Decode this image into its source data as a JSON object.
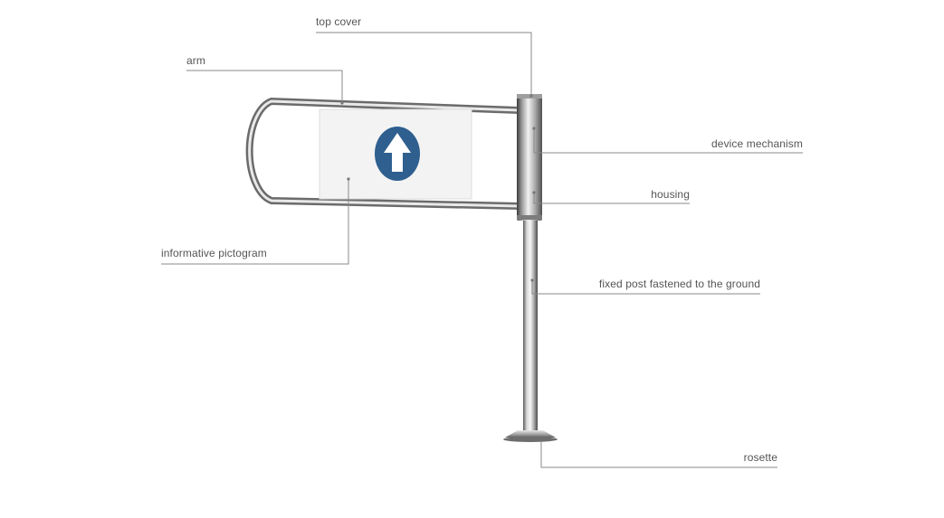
{
  "labels": {
    "top_cover": "top cover",
    "arm": "arm",
    "device_mechanism": "device mechanism",
    "housing": "housing",
    "informative_pictogram": "informative pictogram",
    "fixed_post": "fixed post fastened to the ground",
    "rosette": "rosette"
  },
  "colors": {
    "leader_line": "#8a8a8a",
    "label_text": "#555555",
    "pictogram_circle": "#2e5f8f",
    "pictogram_arrow": "#ffffff",
    "panel": "#f3f3f3"
  },
  "icons": {
    "pictogram": "up-arrow-icon"
  }
}
